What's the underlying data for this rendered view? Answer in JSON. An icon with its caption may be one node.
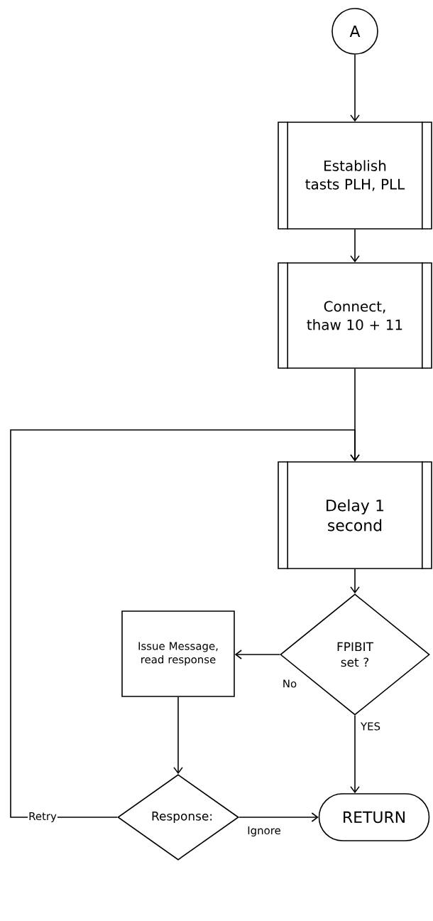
{
  "diagram": {
    "nodes": [
      {
        "text": [
          "A"
        ]
      },
      {
        "text": [
          "Establish tasts PLH, PLL"
        ]
      },
      {
        "text": [
          "Connect, thaw 10 + 11"
        ]
      },
      {
        "text": [
          "Delay 1 second"
        ]
      },
      {
        "text": [
          "FPIBIT set ?"
        ]
      },
      {
        "text": [
          "Issue Message, read response"
        ]
      },
      {
        "text": [
          "Response:"
        ]
      },
      {
        "text": [
          "RETURN"
        ]
      }
    ],
    "edges": [
      {
        "from": 0,
        "to": 1,
        "arrow": "to"
      },
      {
        "from": 1,
        "to": 2,
        "arrow": "to"
      },
      {
        "from": 2,
        "to": 3,
        "arrow": "to"
      },
      {
        "from": 3,
        "to": 4,
        "arrow": "to"
      },
      {
        "from": 4,
        "to": 5,
        "arrow": "to",
        "label": "No"
      },
      {
        "from": 4,
        "to": 7,
        "arrow": "to",
        "label": "YES"
      },
      {
        "from": 5,
        "to": 6,
        "arrow": "to"
      },
      {
        "from": 6,
        "to": 7,
        "arrow": "to",
        "label": "Ignore"
      },
      {
        "from": 6,
        "to": 3,
        "arrow": "to",
        "label": "Retry"
      }
    ]
  }
}
